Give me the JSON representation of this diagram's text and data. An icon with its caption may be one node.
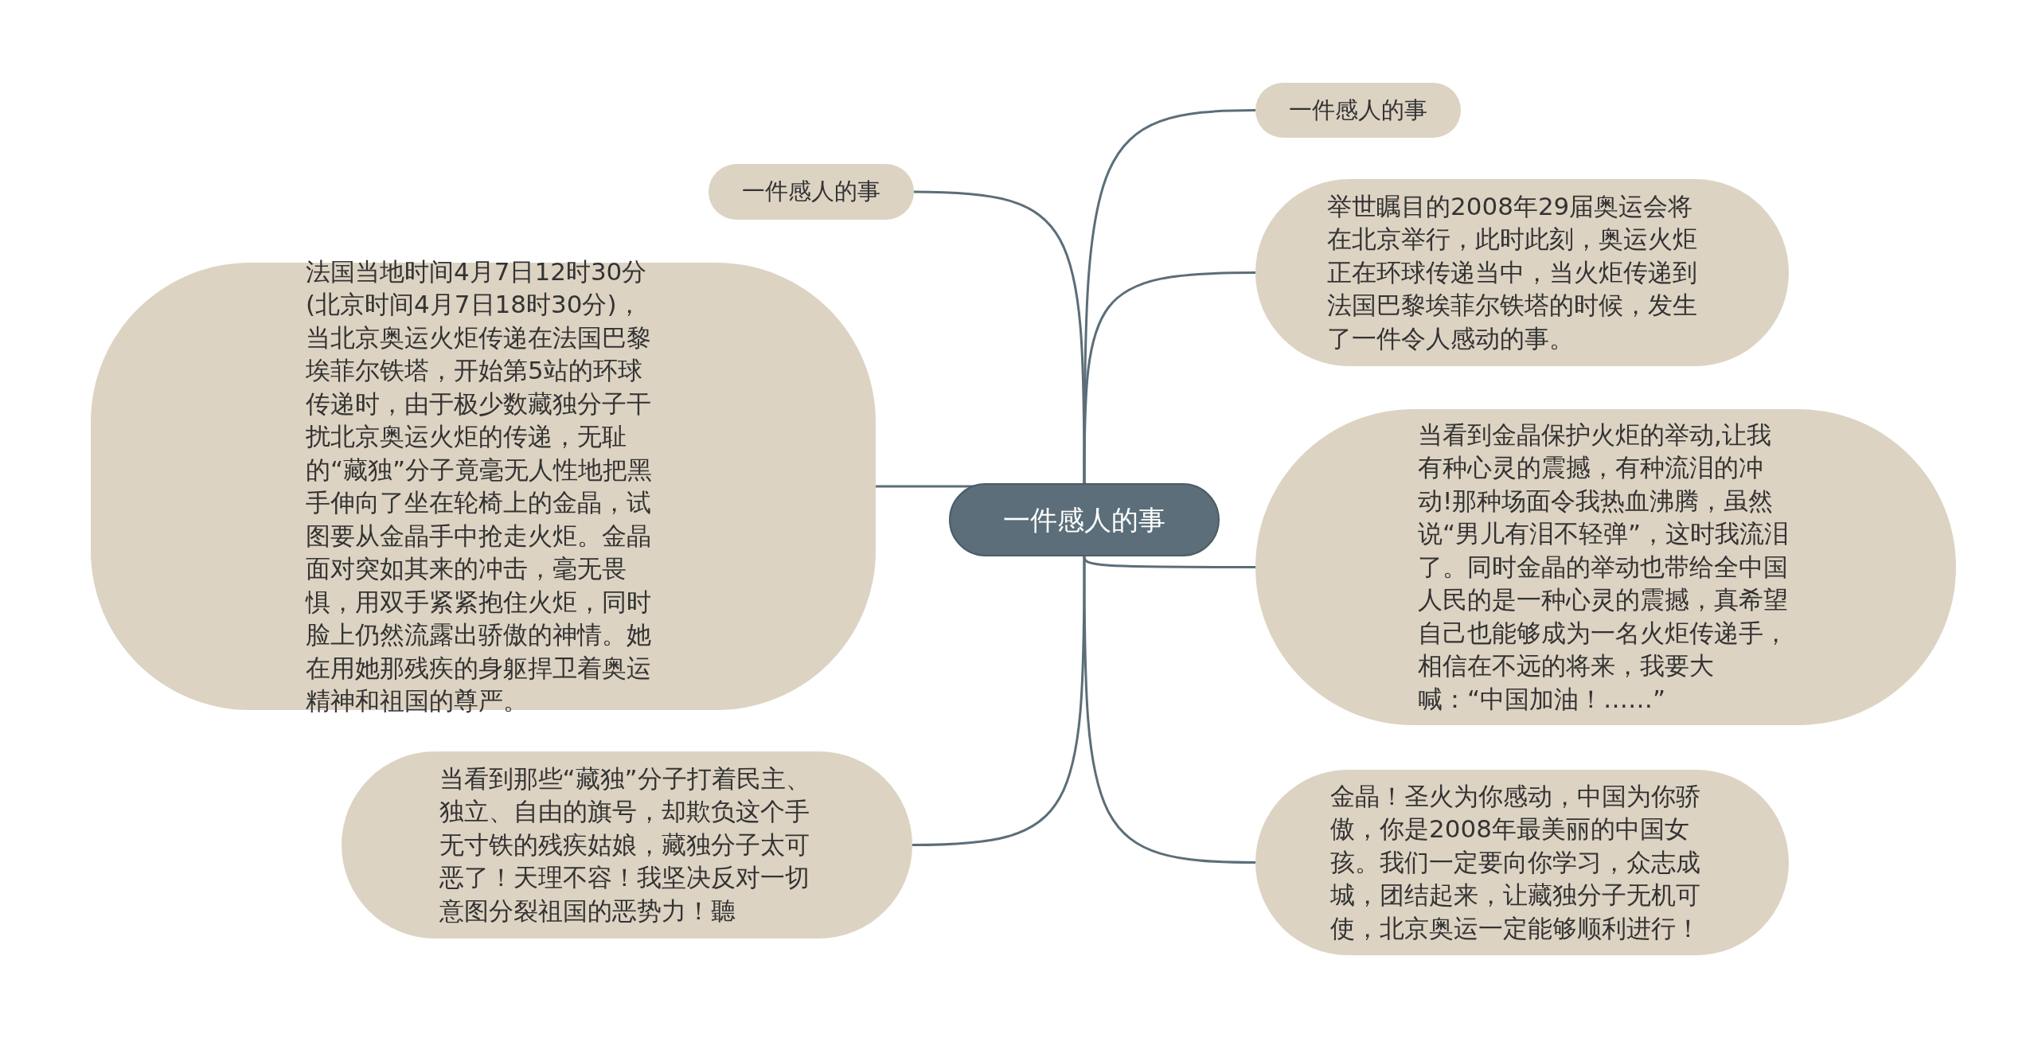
{
  "diagram": {
    "nodes": [
      {
        "text": [
          "一件感人的事"
        ]
      },
      {
        "text": [
          "一件感人的事"
        ]
      },
      {
        "text": [
          "法国当地时间4月7日12时30分(北京时间4月7日18时30分)，当北京奥运火炬传递在法国巴黎埃菲尔铁塔，开始第5站的环球传递时，由于极少数藏独分子干扰北京奥运火炬的传递，无耻的“藏独”分子竟毫无人性地把黑手伸向了坐在轮椅上的金晶，试图要从金晶手中抢走火炬。金晶面对突如其来的冲击，毫无畏惧，用双手紧紧抱住火炬，同时脸上仍然流露出骄傲的神情。她在用她那残疾的身躯捍卫着奥运精神和祖国的尊严。"
        ]
      },
      {
        "text": [
          "当看到那些“藏独”分子打着民主、独立、自由的旗号，却欺负这个手无寸铁的残疾姑娘，藏独分子太可恶了！天理不容！我坚决反对一切意图分裂祖国的恶势力！聽"
        ]
      },
      {
        "text": [
          "一件感人的事"
        ]
      },
      {
        "text": [
          "举世瞩目的2008年29届奥运会将在北京举行，此时此刻，奥运火炬正在环球传递当中，当火炬传递到法国巴黎埃菲尔铁塔的时候，发生了一件令人感动的事。"
        ]
      },
      {
        "text": [
          "当看到金晶保护火炬的举动,让我有种心灵的震撼，有种流泪的冲动!那种场面令我热血沸腾，虽然说“男儿有泪不轻弹”，这时我流泪了。同时金晶的举动也带给全中国人民的是一种心灵的震撼，真希望自己也能够成为一名火炬传递手，相信在不远的将来，我要大喊：“中国加油！……”"
        ]
      },
      {
        "text": [
          "金晶！圣火为你感动，中国为你骄傲，你是2008年最美丽的中国女孩。我们一定要向你学习，众志成城，团结起来，让藏独分子无机可使，北京奥运一定能够顺利进行！"
        ]
      }
    ],
    "edges": [
      {
        "from": 0,
        "to": 1,
        "arrow": "none"
      },
      {
        "from": 0,
        "to": 2,
        "arrow": "none"
      },
      {
        "from": 0,
        "to": 3,
        "arrow": "none"
      },
      {
        "from": 0,
        "to": 4,
        "arrow": "none"
      },
      {
        "from": 0,
        "to": 5,
        "arrow": "none"
      },
      {
        "from": 0,
        "to": 6,
        "arrow": "none"
      },
      {
        "from": 0,
        "to": 7,
        "arrow": "none"
      }
    ]
  }
}
